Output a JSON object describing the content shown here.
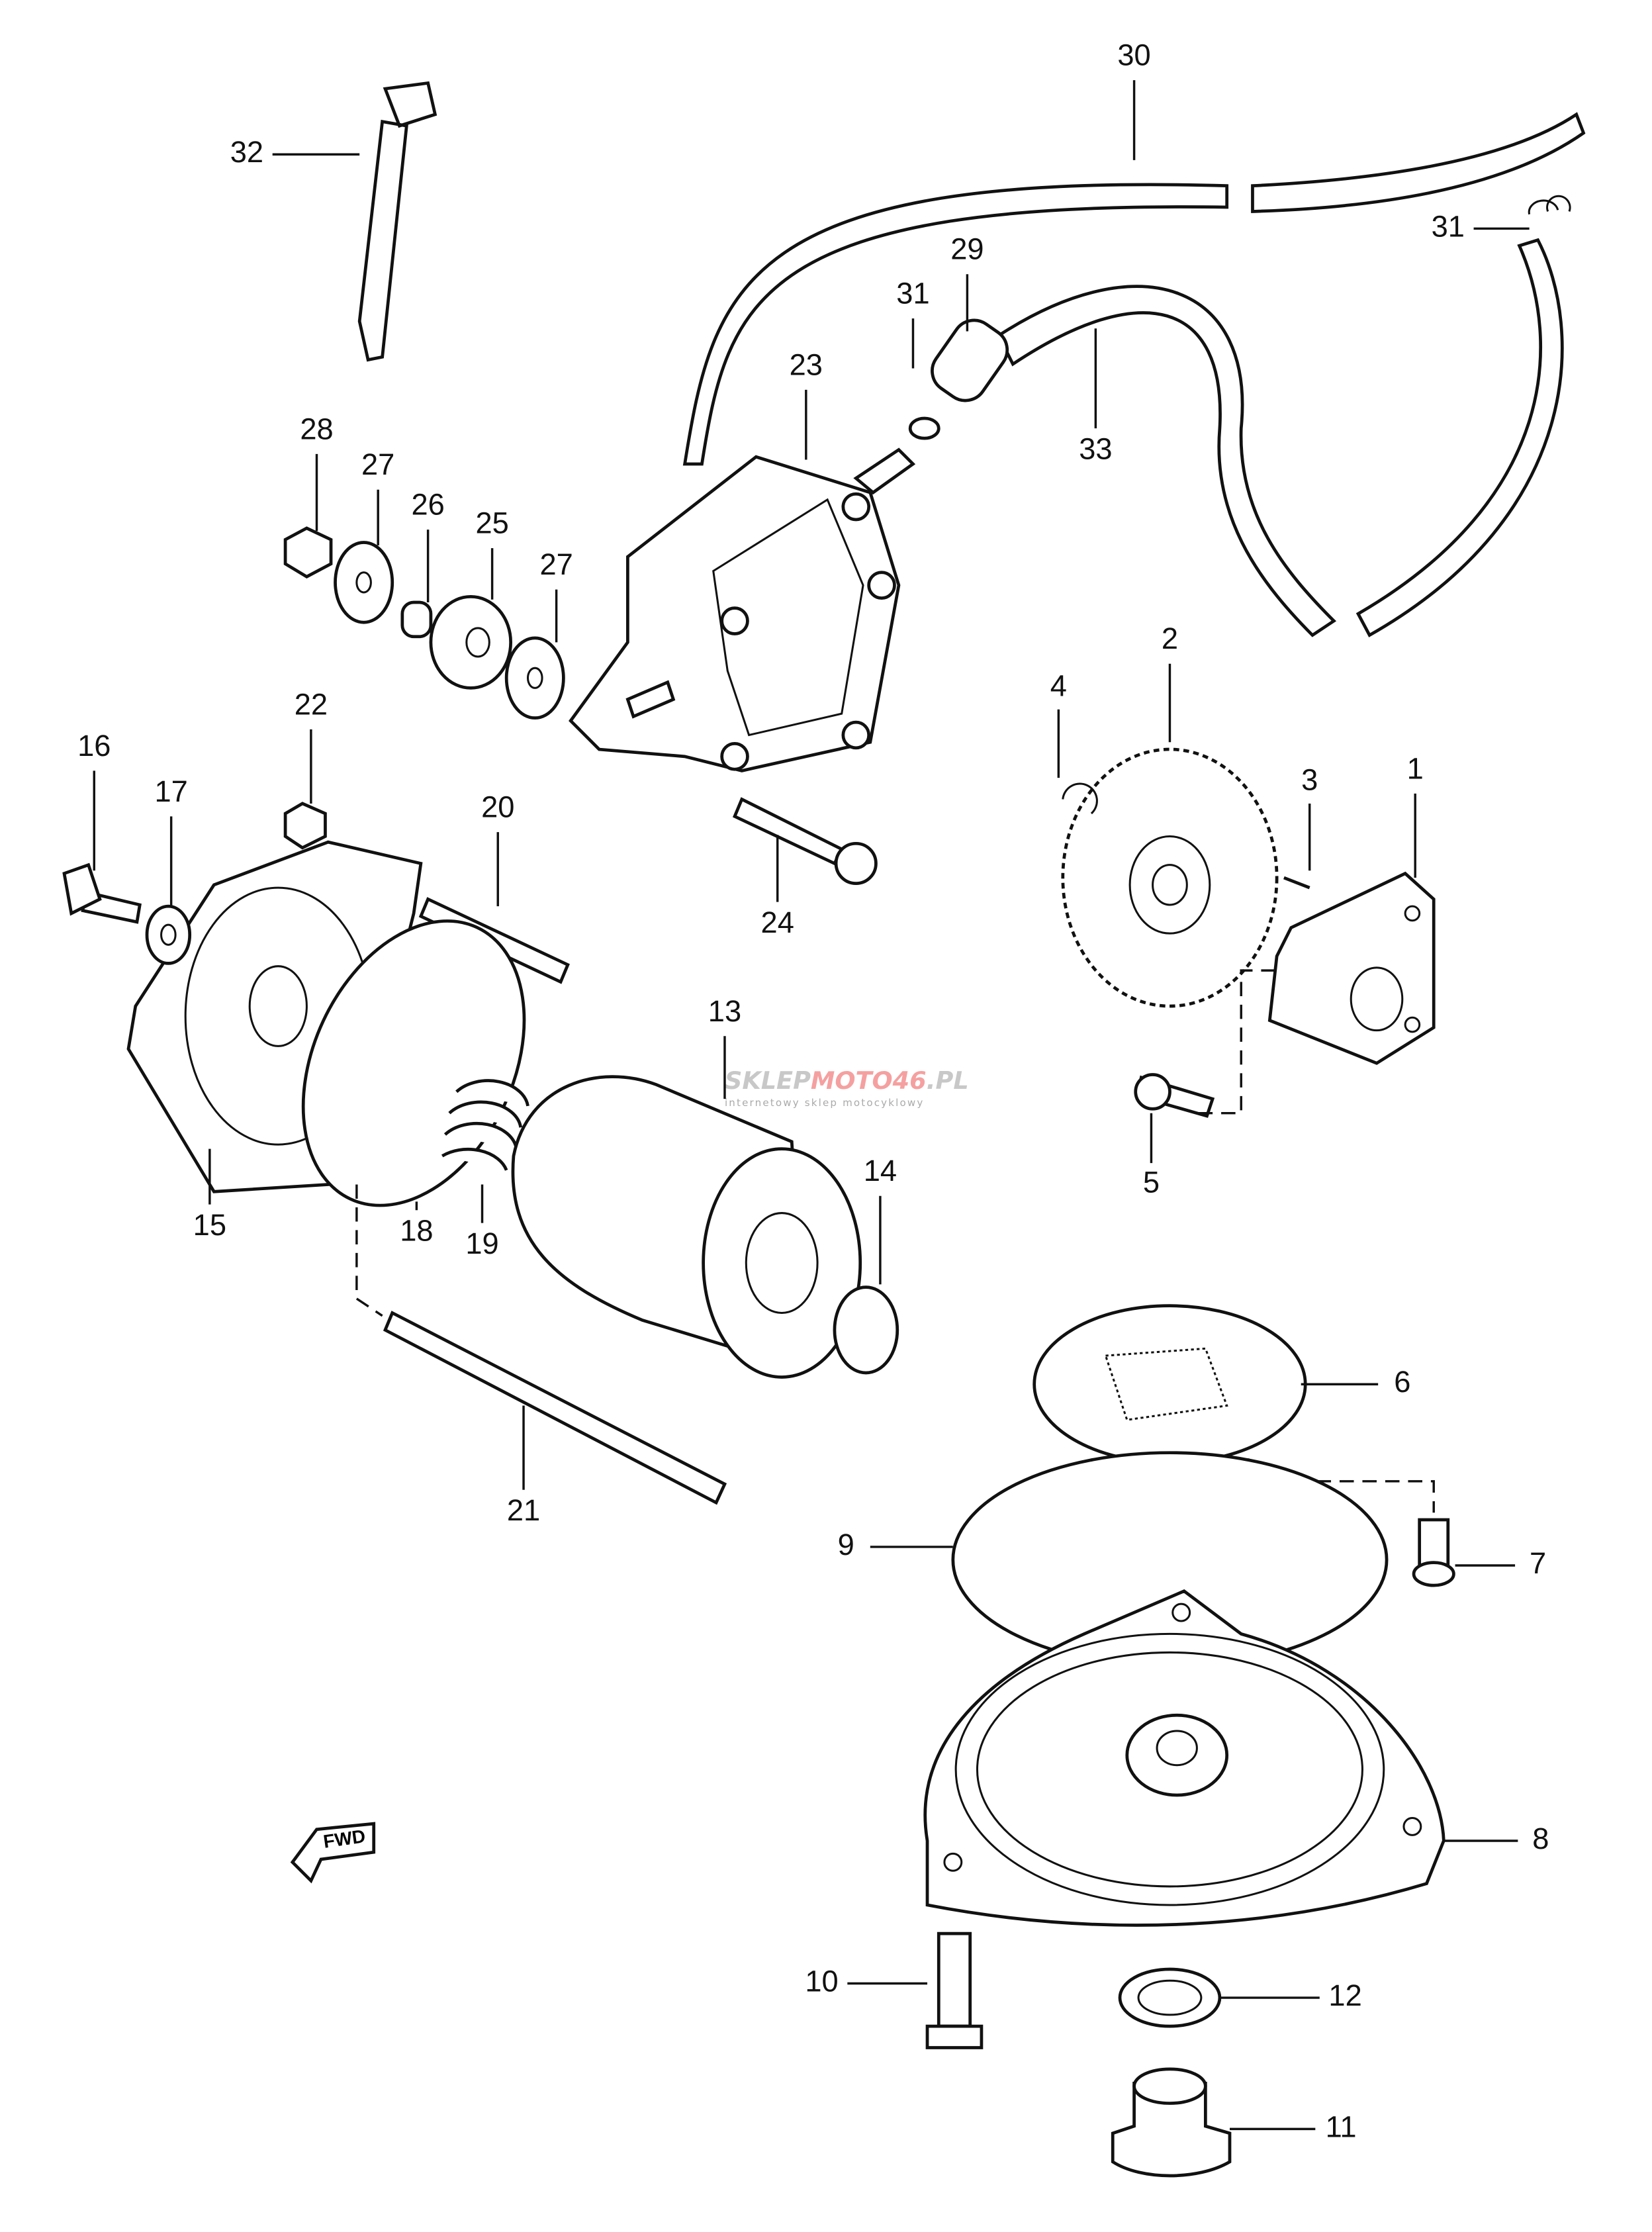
{
  "callouts": [
    "1",
    "2",
    "3",
    "4",
    "5",
    "6",
    "7",
    "8",
    "9",
    "10",
    "11",
    "12",
    "13",
    "14",
    "15",
    "16",
    "17",
    "18",
    "19",
    "20",
    "21",
    "22",
    "23",
    "24",
    "25",
    "26",
    "27",
    "27",
    "28",
    "29",
    "30",
    "31",
    "31",
    "32",
    "33"
  ],
  "fwd_label": "FWD",
  "watermark": {
    "brand_grey": "SKLEP",
    "brand_red": "MOTO46",
    "brand_tld": ".PL",
    "tagline": "internetowy sklep motocyklowy",
    "red": "#f5a0a0",
    "grey": "#c8c8c8"
  }
}
